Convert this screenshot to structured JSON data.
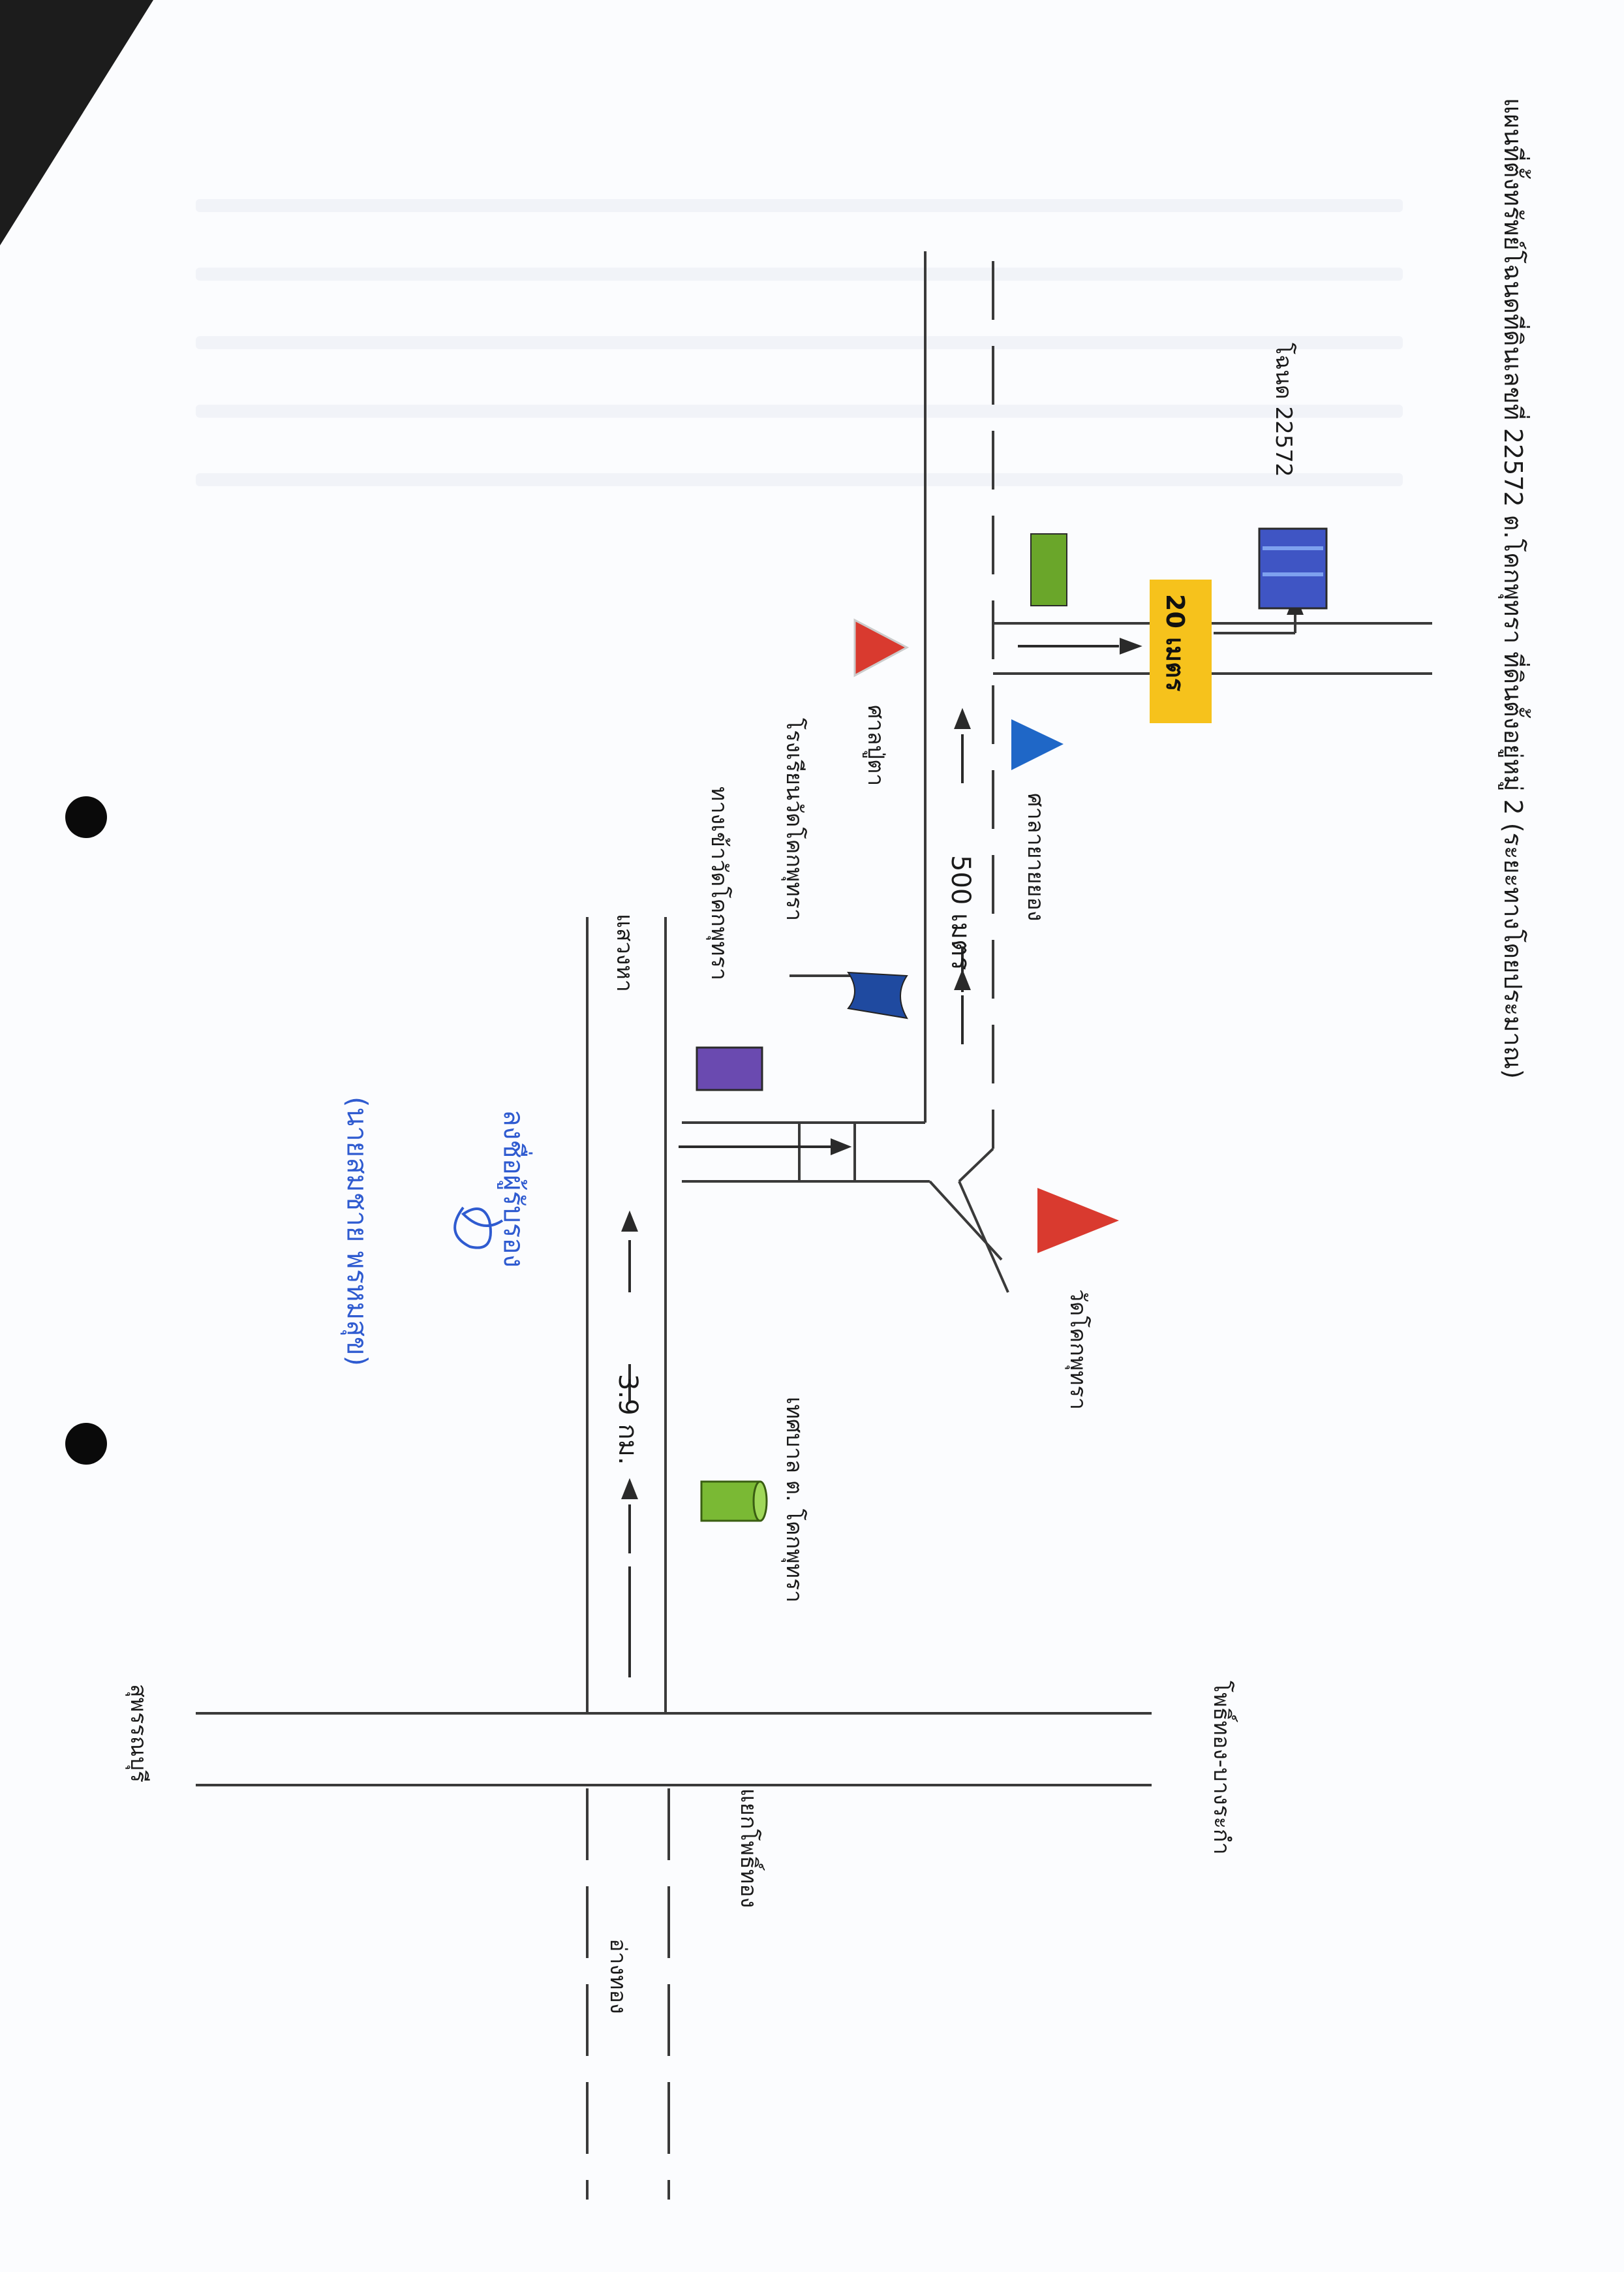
{
  "title": "แผนที่ตั้งทรัพย์โฉนดที่ดินเลขที่ 22572 ต.โคกพุทรา ที่ดินตั้งอยู่หมู่ 2 (ระยะทางโดยประมาณ)",
  "labels": {
    "deed": "โฉนด 22572",
    "dist_20": "20 เมตร",
    "dist_500": "500 เมตร",
    "dist_39": "3.9 กม.",
    "sala_pu": "ศาลปู่ตา",
    "sala_yai": "ศาลายายยอง",
    "school": "โรงเรียนวัดโคกพุทรา",
    "wat_entrance": "ทางเข้าวัดโคกพุทรา",
    "wat": "วัดโคกพุทรา",
    "municipality": "เทศบาล ต. โคกพุทรา",
    "chaiyo": "แสวงหา",
    "angthong": "อ่างทอง",
    "pho_thong": "โพธิ์ทอง-บางระกำ",
    "intersection": "แยกโพธิ์ทอง",
    "supanburi": "สุพรรณบุรี"
  },
  "signature": {
    "line1": "ลงชื่อผู้รับรอง",
    "line2": "(นายสมชาย พรหมสุข)"
  },
  "colors": {
    "road": "#3a3a3a",
    "deed_marker": "#3f55c4",
    "green_marker": "#6aa62a",
    "red_triangle": "#d93a2f",
    "blue_triangle": "#1f67c7",
    "flag": "#1f4aa0",
    "purple_box": "#6a4ab0",
    "badge": "#f6c21c"
  }
}
